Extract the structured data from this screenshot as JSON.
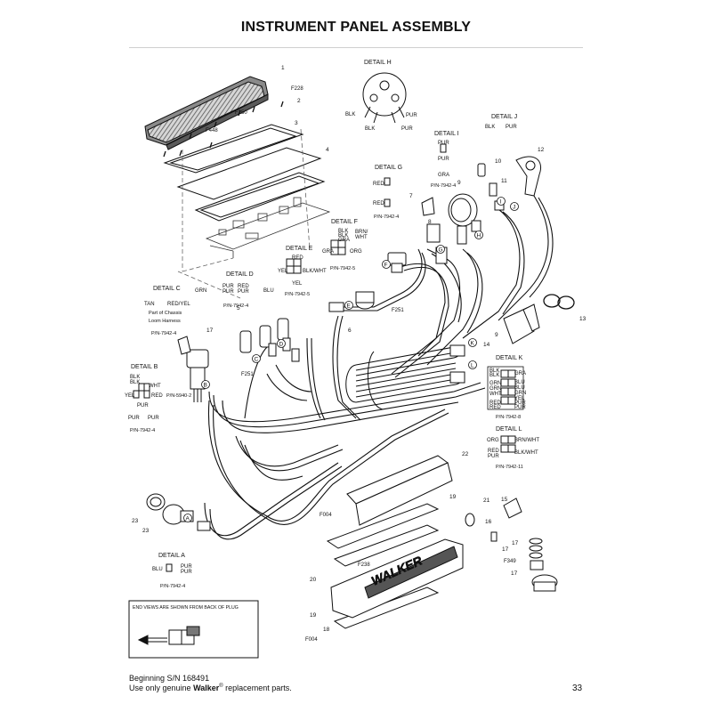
{
  "title": "INSTRUMENT PANEL ASSEMBLY",
  "footer": {
    "serial": "Beginning S/N 168491",
    "note_prefix": "Use only genuine ",
    "brand": "Walker",
    "reg": "®",
    "note_suffix": " replacement parts.",
    "page_number": "33"
  },
  "part_callouts": {
    "p1": "1",
    "p2": "2",
    "p3": "3",
    "p4": "4",
    "p5": "5",
    "p6": "6",
    "p7": "7",
    "p8": "8",
    "p9": "9",
    "p9b": "9",
    "p10": "10",
    "p11": "11",
    "p12": "12",
    "p13": "13",
    "p14": "14",
    "p15": "15",
    "p16": "16",
    "p17a": "17",
    "p17b": "17",
    "p17c": "17",
    "p17d": "17",
    "p18": "18",
    "p19a": "19",
    "p19b": "19",
    "p20": "20",
    "p21": "21",
    "p22": "22",
    "p23a": "23",
    "p23b": "23"
  },
  "fastener_callouts": {
    "f228": "F228",
    "f250": "F250",
    "f448": "F448",
    "f251a": "F251",
    "f251b": "F251",
    "f004a": "F004",
    "f004b": "F004",
    "f238": "F238",
    "f349": "F349"
  },
  "connector_letters": {
    "a": "A",
    "b": "B",
    "c": "C",
    "d": "D",
    "e": "E",
    "f": "F",
    "g": "G",
    "h": "H",
    "i": "I",
    "j": "J",
    "k": "K",
    "l": "L"
  },
  "details": {
    "a": {
      "title": "DETAIL A",
      "left": "BLU",
      "right_top": "PUR",
      "right_bottom": "PUR",
      "pn": "P/N-7942-4"
    },
    "b": {
      "title": "DETAIL B",
      "w1": "BLK",
      "w2": "BLK",
      "w3": "WHT",
      "w4": "YEL",
      "w5": "RED",
      "w6": "PUR",
      "pn1": "P/N-5940-2",
      "w7": "PUR",
      "w8": "PUR",
      "pn2": "P/N-7942-4"
    },
    "c": {
      "title": "DETAIL C",
      "w1": "TAN",
      "w2": "RED/YEL",
      "note1": "Part of Chassis",
      "note2": "Loom Harness",
      "pn": "P/N-7942-4"
    },
    "d": {
      "title": "DETAIL D",
      "w1": "GRN",
      "w2": "PUR",
      "w3": "PUR",
      "w4": "RED",
      "w5": "PUR",
      "w6": "BLU",
      "pn": "P/N-7942-4"
    },
    "e": {
      "title": "DETAIL E",
      "w1": "RED",
      "w2": "YEL",
      "w3": "BLK/WHT",
      "w4": "YEL",
      "pn": "P/N-7942-5"
    },
    "f": {
      "title": "DETAIL F",
      "w1": "BLK",
      "w2": "BLK",
      "w3": "GRA",
      "w4": "BRN/",
      "w5": "WHT",
      "w6": "GRA",
      "w7": "ORG",
      "pn": "P/N-7942-5"
    },
    "g": {
      "title": "DETAIL G",
      "w1": "RED",
      "w2": "RED",
      "pn": "P/N-7942-4"
    },
    "h": {
      "title": "DETAIL H",
      "w1": "BLK",
      "w2": "PUR",
      "w3": "BLK",
      "w4": "PUR"
    },
    "i": {
      "title": "DETAIL I",
      "w1": "PUR",
      "w2": "PUR",
      "w3": "GRA",
      "pn": "P/N-7942-4"
    },
    "j": {
      "title": "DETAIL J",
      "w1": "BLK",
      "w2": "PUR"
    },
    "k": {
      "title": "DETAIL K",
      "left": [
        "BLK",
        "BLK",
        "GRN",
        "GRN",
        "WHT",
        "RED",
        "RED"
      ],
      "right": [
        "GRA",
        "BLU",
        "BLU",
        "GRN",
        "YEL",
        "PUR",
        "PUR"
      ],
      "pn": "P/N-7942-8"
    },
    "l": {
      "title": "DETAIL L",
      "w1": "ORG",
      "w2": "BRN/WHT",
      "w3": "RED",
      "w4": "PUR",
      "w5": "BLK/WHT",
      "pn": "P/N-7942-11"
    }
  },
  "end_view_note": "END VIEWS ARE SHOWN FROM BACK OF PLUG",
  "brand_plate": "WALKER"
}
